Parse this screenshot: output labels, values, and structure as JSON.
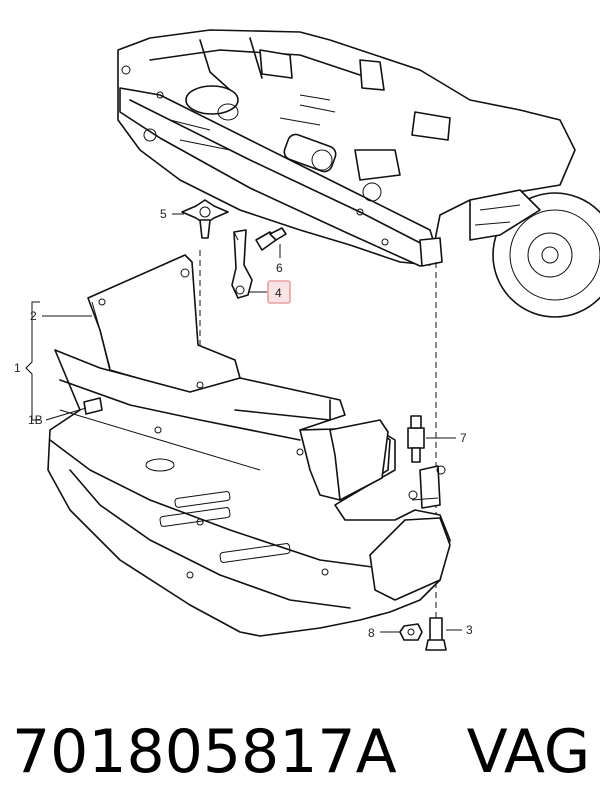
{
  "callouts": {
    "c1": "1",
    "c1b": "1B",
    "c2": "2",
    "c3": "3",
    "c4": "4",
    "c5": "5",
    "c6": "6",
    "c7": "7",
    "c8": "8"
  },
  "highlight_color": "#e8a0a0",
  "footer": {
    "part_number": "701805817A",
    "brand": "VAG"
  }
}
